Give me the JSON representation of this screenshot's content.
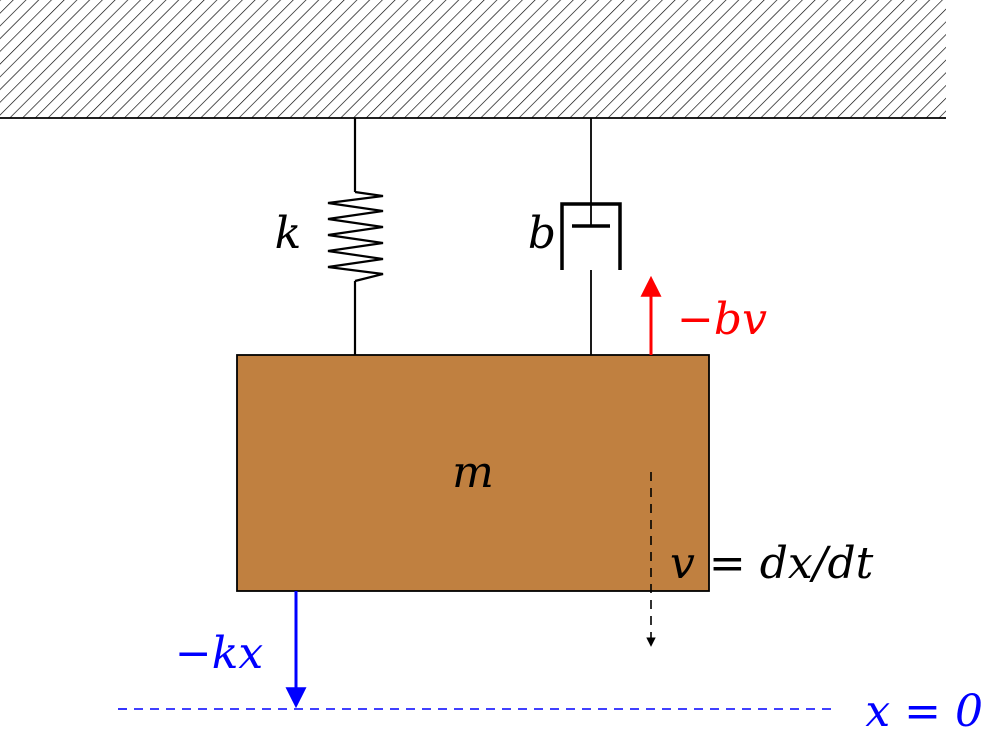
{
  "labels": {
    "spring": "k",
    "damper": "b",
    "mass": "m",
    "damping_force": "−bv",
    "velocity": "v = dx/dt",
    "spring_force": "−kx",
    "equilibrium": "x = 0"
  },
  "colors": {
    "mass_fill": "#c08040",
    "damping_force": "#ff0000",
    "spring_force": "#0000ff",
    "equilibrium_line": "#0000ff",
    "structure": "#000000"
  }
}
